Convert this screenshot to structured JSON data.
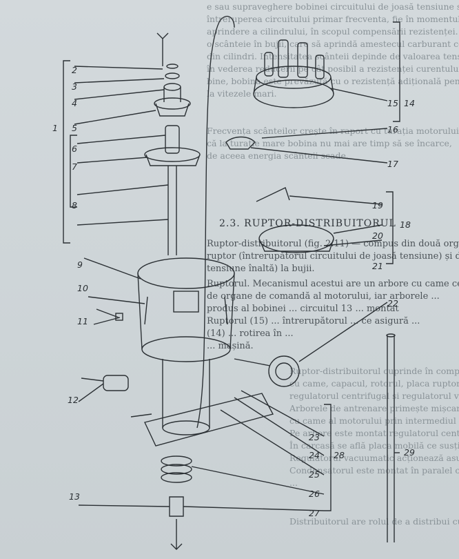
{
  "section_heading": "2.3. RUPTOR-DISTRIBUITORUL",
  "paragraphs": [
    "Ruptor-distribuitorul (fig. 2.11) — compus din două organe distinct",
    "ruptor (întrerupătorul circuitului de joasă tensiune) și distribuitorul (c",
    "tensiune înaltă) la bujii.",
    "Ruptorul. Mecanismul acestui are un arbore cu came ce este montat",
    "de organe de comandă al motorului, iar arborele ...",
    "produs al bobinei ... circuitul 13 ... montat",
    "Ruptorul (15) ... întrerupătorul ... ce asigură ... ",
    "(14) ... rotirea în ... ",
    "... mașină."
  ],
  "upper_text": [
    "e sau supraveghere bobinei circuitului de joasă tensiune se face",
    "întreruperea circuitului primar frecventa, fie în momentul scânteii din",
    "aprindere a cilindrului, în scopul compensării rezistenței.",
    "o scânteie în bujii, care să aprindă amestecul carburant comprimat",
    "din cilindri. Intensitatea scânteii depinde de valoarea tensiunii",
    "în vederea reducerii pe cât posibil a rezistenței curentului",
    "bine, bobina este prevăzută cu o rezistență adițională pentru",
    "la vitezele mari.",
    "Frecvența scânteilor crește în raport cu turația motorului, pentru",
    "că la turație mare bobina nu mai are timp să se încarce,",
    "de aceea energia scânteii scade."
  ],
  "lower_text": [
    "Ruptor-distribuitorul cuprinde în componența sa: carcasa, arborele",
    "cu came, capacul, rotorul, placa ruptorului, condensatorul,",
    "regulatorul centrifugal și regulatorul vacuumatic de avans la aprindere.",
    "Arborele de antrenare primește mișcarea de rotație de la arborele",
    "cu came al motorului prin intermediul unor roți dințate.",
    "Pe arbore este montat regulatorul centrifugal și cama ruptorului.",
    "În carcasă se află placa mobilă ce susține contactele ruptorului.",
    "Regulatorul vacuumatic acționează asupra plăcii mobile.",
    "Condensatorul este montat în paralel cu contactele ruptorului.",
    "...",
    "Distribuitorul are rolul de a distribui curentul de înaltă tensiune"
  ],
  "callouts": [
    "1",
    "2",
    "3",
    "4",
    "5",
    "6",
    "7",
    "8",
    "9",
    "10",
    "11",
    "12",
    "13",
    "14",
    "15",
    "16",
    "17",
    "18",
    "19",
    "20",
    "21",
    "22",
    "23",
    "24",
    "25",
    "26",
    "27",
    "28",
    "29"
  ],
  "colors": {
    "page": "#cfd6d9",
    "ink": "#2b3034",
    "faded_text": "#8a9398"
  }
}
